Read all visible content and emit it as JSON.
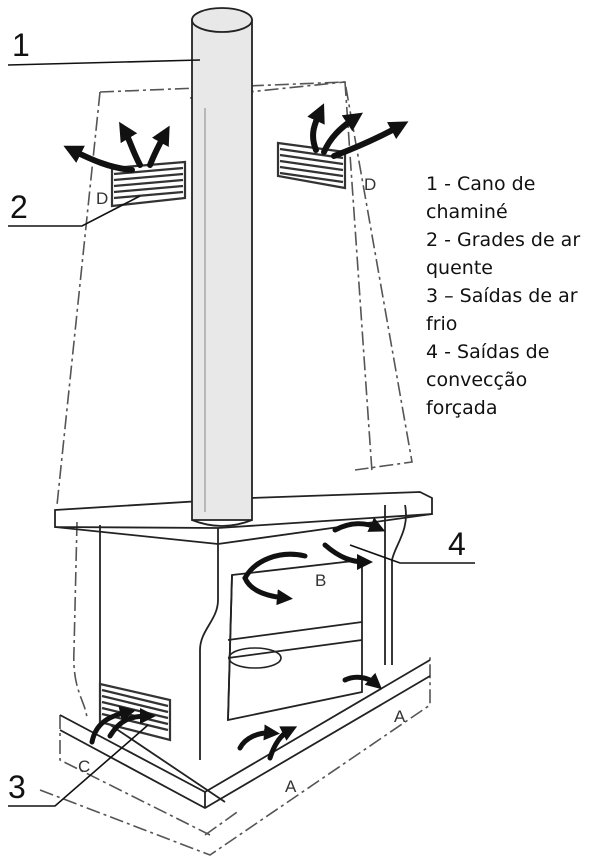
{
  "callouts": [
    "1",
    "2",
    "3",
    "4"
  ],
  "flow_letters": {
    "d_left": "D",
    "d_right": "D",
    "b": "B",
    "a_right": "A",
    "a_front": "A",
    "c": "C"
  },
  "legend": [
    "1 - Cano de chaminé",
    "2 - Grades de ar quente",
    "3 – Saídas de ar frio",
    "4 - Saídas de convecção forçada"
  ]
}
